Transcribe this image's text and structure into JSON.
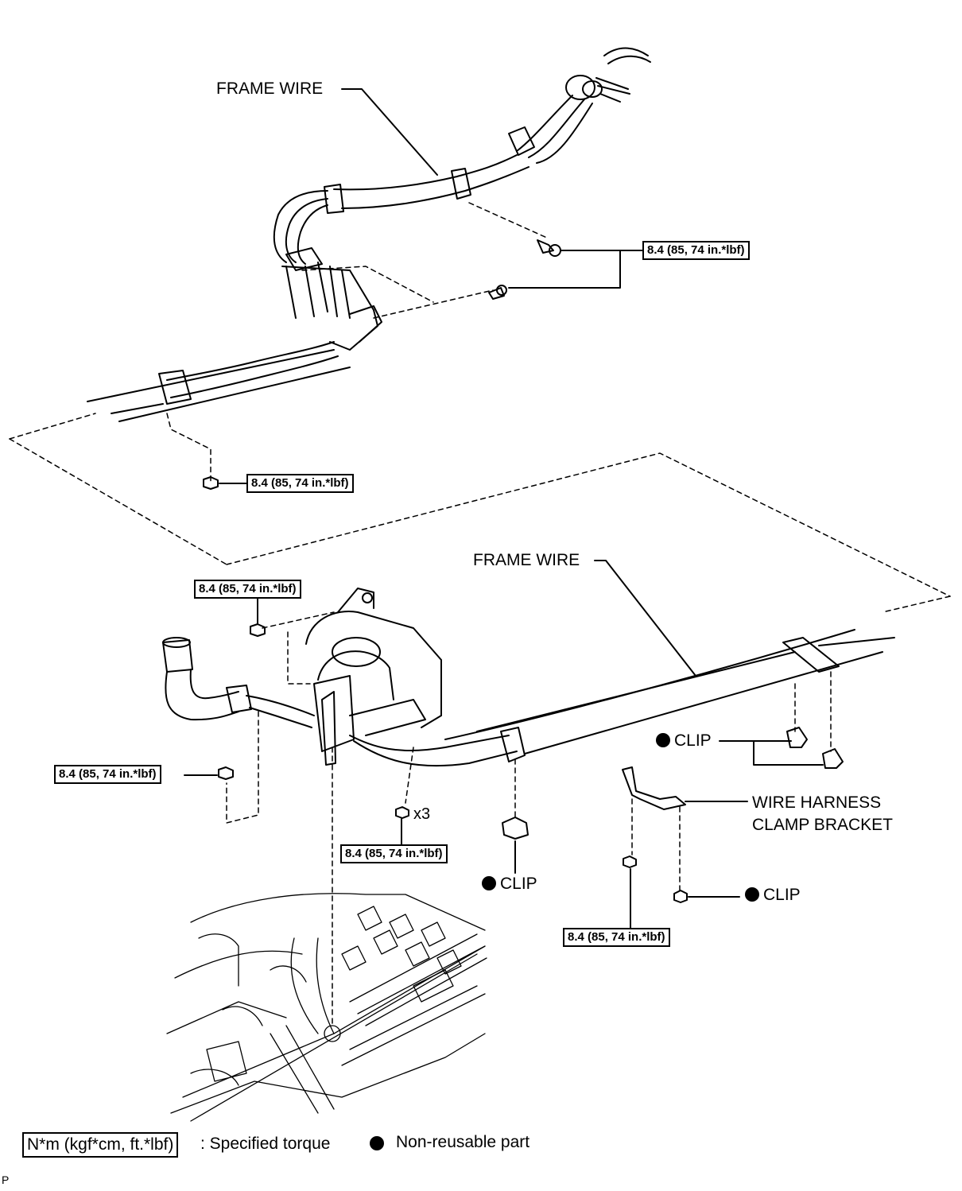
{
  "labels": {
    "frame_wire_top": "FRAME WIRE",
    "frame_wire_bottom": "FRAME WIRE",
    "clip": "CLIP",
    "wire_harness_clamp_bracket": "WIRE HARNESS\nCLAMP BRACKET",
    "qty_x3": "x3"
  },
  "torque": {
    "value": "8.4 (85, 74 in.*lbf)"
  },
  "legend": {
    "torque_unit_box": "N*m (kgf*cm, ft.*lbf)",
    "torque_desc": ": Specified torque",
    "nonreusable_desc": "Non-reusable part"
  },
  "corner_mark": "P",
  "colors": {
    "line": "#000000",
    "background": "#ffffff"
  }
}
